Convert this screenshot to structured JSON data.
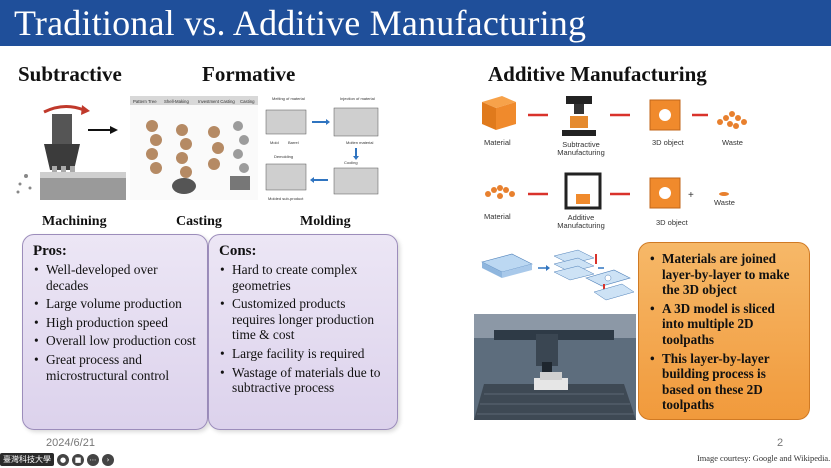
{
  "slide": {
    "title": "Traditional vs. Additive Manufacturing",
    "sections": {
      "subtractive": "Subtractive",
      "formative": "Formative",
      "additive": "Additive Manufacturing"
    },
    "captions": {
      "machining": "Machining",
      "casting": "Casting",
      "molding": "Molding"
    },
    "casting_chart": {
      "headers": [
        "Pattern Tree",
        "Shell-Making",
        "Investment Casting",
        "Casting"
      ]
    },
    "molding_chart": {
      "labels": [
        "Melting of material",
        "Injection of material",
        "Mold",
        "Barrel",
        "Molten material",
        "Demolding",
        "Cooling",
        "Molded sub-product"
      ]
    },
    "pros": {
      "heading": "Pros:",
      "items": [
        "Well-developed over decades",
        "Large volume production",
        "High production speed",
        "Overall low production cost",
        "Great process and microstructural control"
      ]
    },
    "cons": {
      "heading": "Cons:",
      "items": [
        "Hard to create complex geometries",
        "Customized products requires longer production time & cost",
        "Large facility is required",
        "Wastage of materials due to subtractive process"
      ]
    },
    "additive_flow": {
      "row1": [
        "Material",
        "Subtractive Manufacturing",
        "3D object",
        "Waste"
      ],
      "row2": [
        "Material",
        "Additive Manufacturing",
        "3D object",
        "Waste"
      ]
    },
    "additive_points": [
      "Materials are joined layer-by-layer to make the 3D object",
      "A 3D model is sliced into multiple 2D toolpaths",
      "This layer-by-layer building process is based on these 2D toolpaths"
    ],
    "footer": {
      "date": "2024/6/21",
      "page": "2",
      "courtesy": "Image courtesy: Google and Wikipedia."
    }
  },
  "player": {
    "tag": "臺灣科技大學"
  },
  "colors": {
    "title_bar": "#1f4f9a",
    "pros_cons_fill": "#e4dcf0",
    "additive_box_fill": "#f4a64f",
    "arrow_red": "#d9322b",
    "cube_orange": "#f08a2c"
  }
}
